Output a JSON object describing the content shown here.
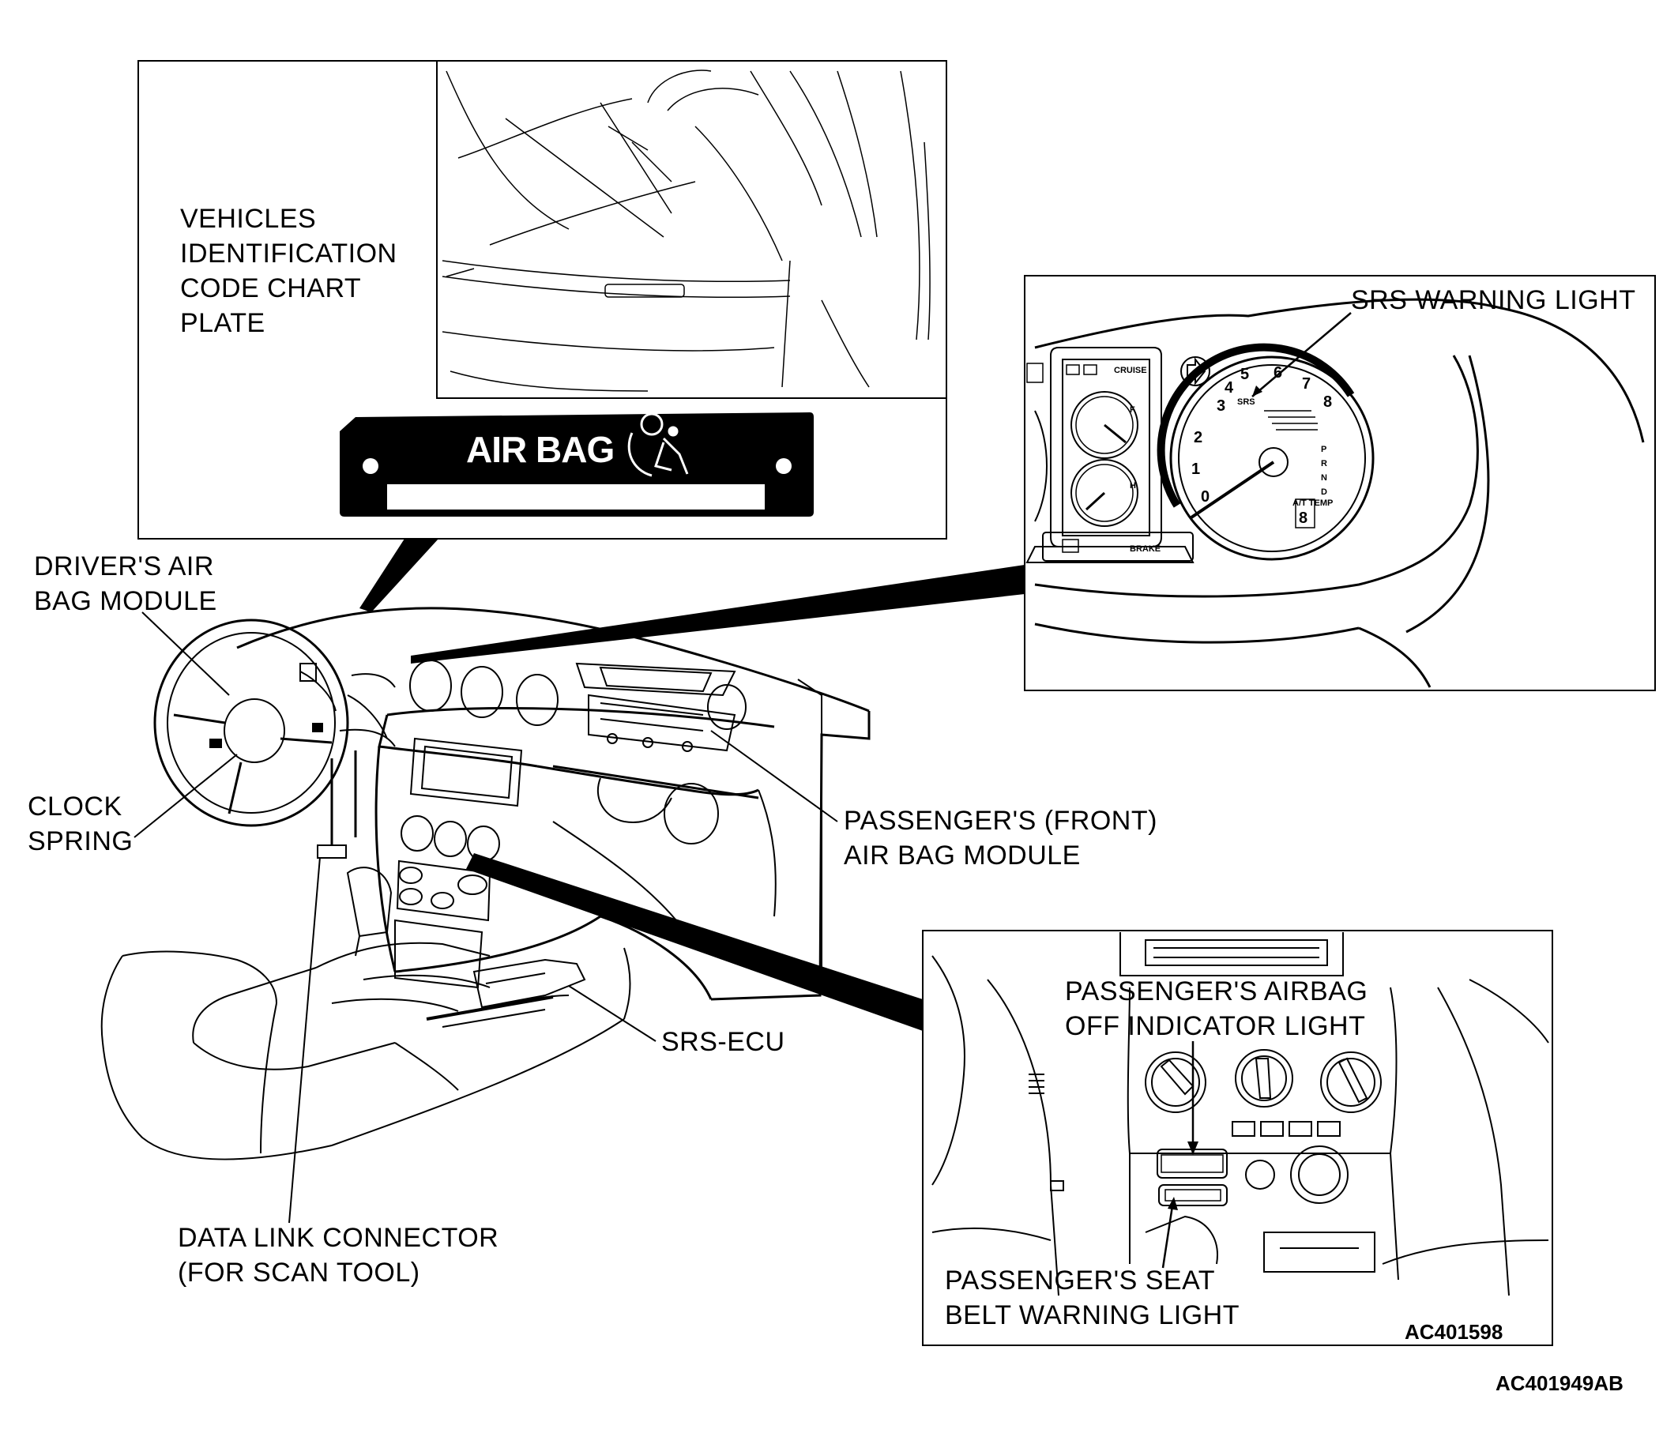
{
  "labels": {
    "vic_plate_line1": "VEHICLES",
    "vic_plate_line2": "IDENTIFICATION",
    "vic_plate_line3": "CODE CHART",
    "vic_plate_line4": "PLATE",
    "airbag_plate": "AIR BAG",
    "srs_warning_light": "SRS WARNING LIGHT",
    "drivers_airbag_line1": "DRIVER'S AIR",
    "drivers_airbag_line2": "BAG MODULE",
    "clock_spring_line1": "CLOCK",
    "clock_spring_line2": "SPRING",
    "passenger_front_line1": "PASSENGER'S (FRONT)",
    "passenger_front_line2": "AIR BAG MODULE",
    "srs_ecu": "SRS-ECU",
    "passenger_airbag_off_line1": "PASSENGER'S AIRBAG",
    "passenger_airbag_off_line2": "OFF INDICATOR LIGHT",
    "passenger_seatbelt_line1": "PASSENGER'S SEAT",
    "passenger_seatbelt_line2": "BELT WARNING LIGHT",
    "data_link_line1": "DATA LINK CONNECTOR",
    "data_link_line2": "(FOR SCAN TOOL)",
    "inset_code": "AC401598",
    "figure_code": "AC401949AB"
  },
  "gauge": {
    "tach_numbers": [
      "0",
      "1",
      "2",
      "3",
      "4",
      "5",
      "6",
      "7",
      "8"
    ],
    "srs_text": "SRS",
    "gear_letters": [
      "P",
      "R",
      "N",
      "D"
    ],
    "gear_digit": "8",
    "fuel_full": "F",
    "temp_hot": "H",
    "at_temp": "A/T TEMP",
    "cruise": "CRUISE",
    "brake": "BRAKE"
  }
}
